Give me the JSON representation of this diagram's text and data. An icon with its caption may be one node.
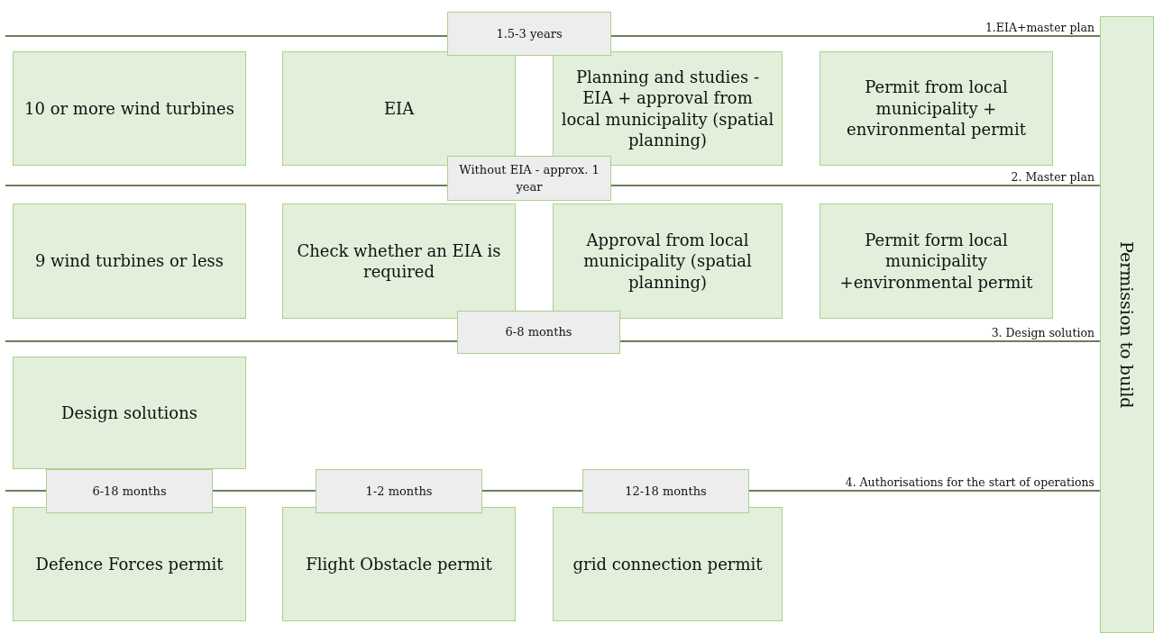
{
  "diagram": {
    "nodes": [
      {
        "text": [
          "1.5-3 years"
        ]
      },
      {
        "text": [
          "10 or more wind turbines"
        ]
      },
      {
        "text": [
          "EIA"
        ]
      },
      {
        "text": [
          "Planning and studies - EIA + approval from local municipality (spatial planning)"
        ]
      },
      {
        "text": [
          "Permit from local municipality  + environmental permit"
        ]
      },
      {
        "text": [
          "Without EIA - approx. 1 year"
        ]
      },
      {
        "text": [
          "9 wind turbines or less"
        ]
      },
      {
        "text": [
          "Check whether an EIA is required"
        ]
      },
      {
        "text": [
          "Approval from local municipality (spatial planning)"
        ]
      },
      {
        "text": [
          "Permit form local municipality +environmental permit"
        ]
      },
      {
        "text": [
          "6-8 months"
        ]
      },
      {
        "text": [
          "Design solutions"
        ]
      },
      {
        "text": [
          "6-18 months"
        ]
      },
      {
        "text": [
          "1-2 months"
        ]
      },
      {
        "text": [
          "12-18 months"
        ]
      },
      {
        "text": [
          "Defence Forces permit"
        ]
      },
      {
        "text": [
          "Flight Obstacle permit"
        ]
      },
      {
        "text": [
          "grid connection permit"
        ]
      },
      {
        "text": [
          "Permission to build"
        ]
      }
    ],
    "edges": [
      {
        "from": null,
        "to": 18,
        "arrow": "none",
        "label": "1.EIA+master plan"
      },
      {
        "from": null,
        "to": 18,
        "arrow": "none",
        "label": "2. Master plan"
      },
      {
        "from": null,
        "to": 18,
        "arrow": "none",
        "label": "3. Design solution"
      },
      {
        "from": null,
        "to": 18,
        "arrow": "none",
        "label": "4. Authorisations for the start of operations"
      }
    ]
  }
}
